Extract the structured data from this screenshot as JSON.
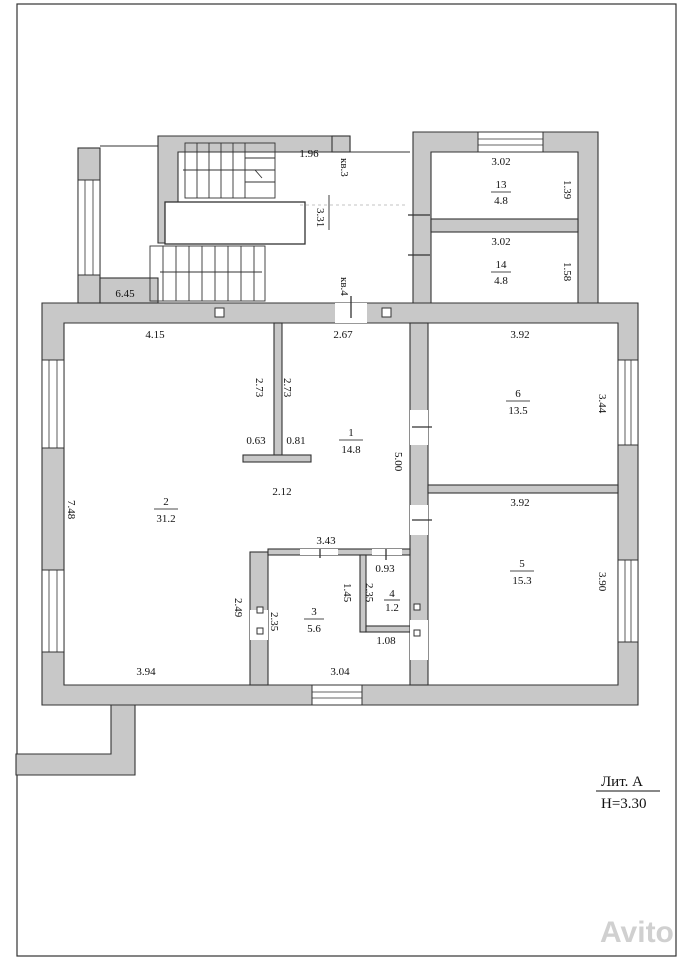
{
  "plan": {
    "litera": "Лит. А",
    "height": "Н=3.30",
    "watermark": "Avito",
    "rooms": [
      {
        "num": "1",
        "area": "14.8"
      },
      {
        "num": "2",
        "area": "31.2"
      },
      {
        "num": "3",
        "area": "5.6"
      },
      {
        "num": "4",
        "area": "1.2"
      },
      {
        "num": "5",
        "area": "15.3"
      },
      {
        "num": "6",
        "area": "13.5"
      },
      {
        "num": "13",
        "area": "4.8"
      },
      {
        "num": "14",
        "area": "4.8"
      }
    ],
    "flat_labels": [
      "кв.3",
      "кв.4"
    ],
    "dims": {
      "d_196": "1.96",
      "d_331": "3.31",
      "d_302a": "3.02",
      "d_139": "1.39",
      "d_302b": "3.02",
      "d_158": "1.58",
      "d_645": "6.45",
      "d_415": "4.15",
      "d_267": "2.67",
      "d_392a": "3.92",
      "d_273a": "2.73",
      "d_273b": "2.73",
      "d_063": "0.63",
      "d_081": "0.81",
      "d_344": "3.44",
      "d_500": "5.00",
      "d_748": "7.48",
      "d_212": "2.12",
      "d_392b": "3.92",
      "d_343": "3.43",
      "d_093": "0.93",
      "d_145": "1.45",
      "d_235a": "2.35",
      "d_390": "3.90",
      "d_249": "2.49",
      "d_235b": "2.35",
      "d_108": "1.08",
      "d_394": "3.94",
      "d_304": "3.04"
    }
  }
}
